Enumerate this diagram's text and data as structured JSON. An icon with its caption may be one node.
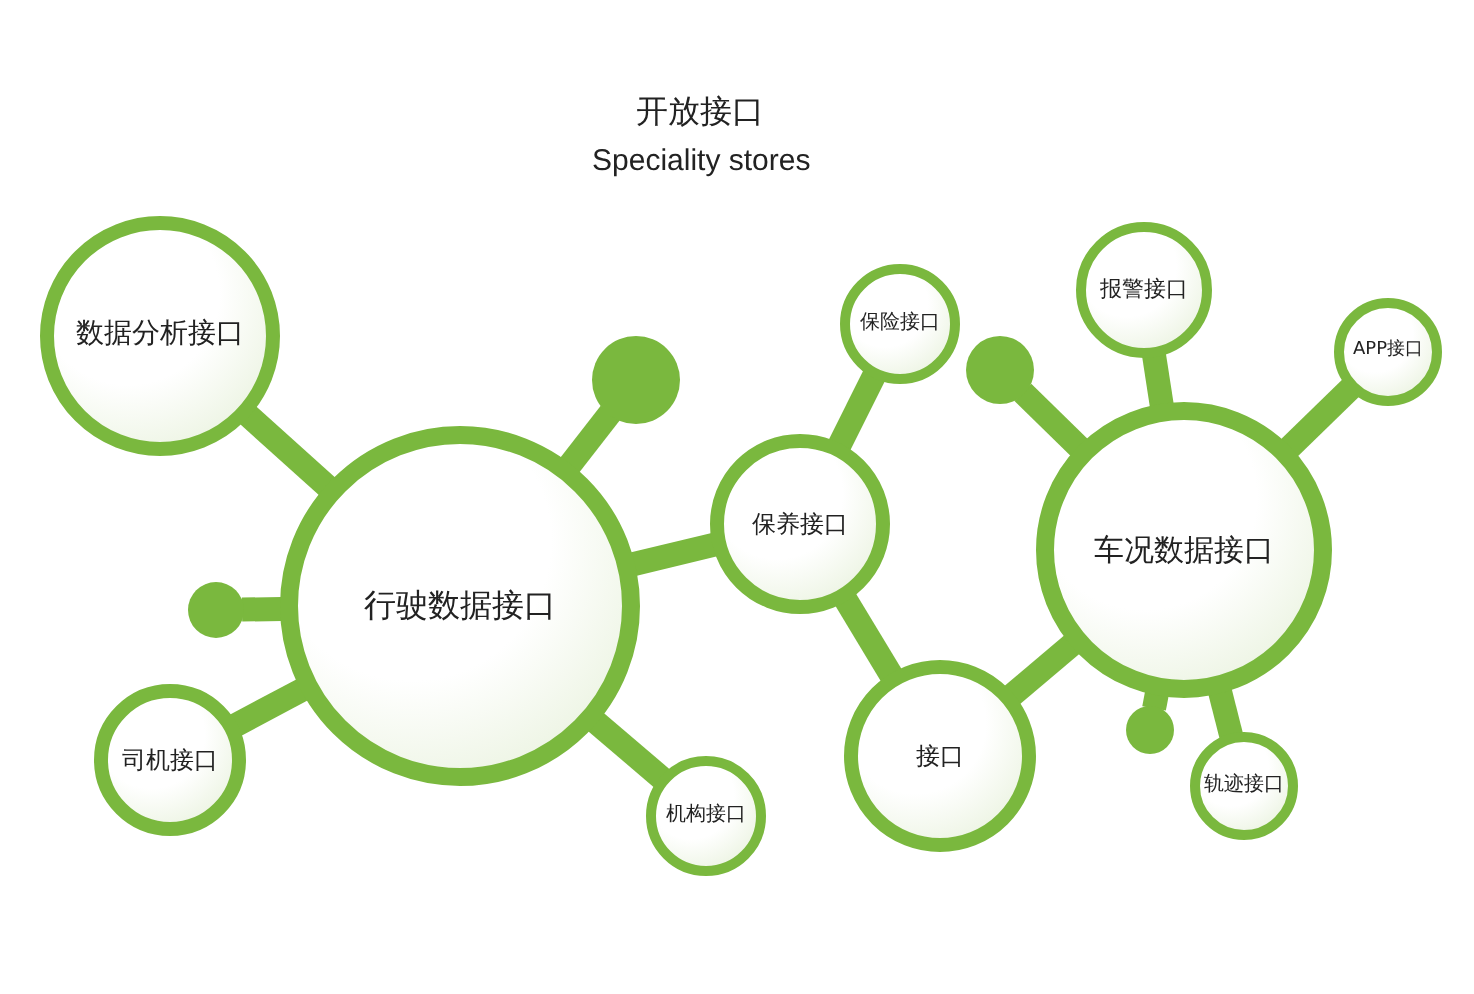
{
  "diagram": {
    "title": "开放接口",
    "nodes": [
      {
        "text": [
          "数据分析接口"
        ]
      },
      {
        "text": [],
        "shape": "circle"
      },
      {
        "text": [
          "行驶数据接口"
        ]
      },
      {
        "text": [],
        "shape": "circle"
      },
      {
        "text": [
          "司机接口"
        ]
      },
      {
        "text": [
          "机构接口"
        ]
      },
      {
        "text": [
          "保险接口"
        ]
      },
      {
        "text": [
          "保养接口"
        ]
      },
      {
        "text": [
          "接口"
        ]
      },
      {
        "text": [
          "报警接口"
        ]
      },
      {
        "text": [],
        "shape": "circle"
      },
      {
        "text": [
          "APP接口"
        ]
      },
      {
        "text": [
          "车况数据接口"
        ]
      },
      {
        "text": [],
        "shape": "circle"
      },
      {
        "text": [
          "轨迹接口"
        ]
      }
    ],
    "edges": [
      {
        "from": 0,
        "to": 2,
        "arrow": "none"
      },
      {
        "from": 2,
        "to": 1,
        "arrow": "none"
      },
      {
        "from": 2,
        "to": 3,
        "arrow": "none"
      },
      {
        "from": 2,
        "to": 4,
        "arrow": "none"
      },
      {
        "from": 2,
        "to": 5,
        "arrow": "none"
      },
      {
        "from": 2,
        "to": 7,
        "arrow": "none"
      },
      {
        "from": 7,
        "to": 6,
        "arrow": "none"
      },
      {
        "from": 7,
        "to": 8,
        "arrow": "none"
      },
      {
        "from": 8,
        "to": 12,
        "arrow": "none"
      },
      {
        "from": 12,
        "to": 9,
        "arrow": "none"
      },
      {
        "from": 12,
        "to": 11,
        "arrow": "none"
      },
      {
        "from": 12,
        "to": 10,
        "arrow": "none"
      },
      {
        "from": 12,
        "to": 13,
        "arrow": "none"
      },
      {
        "from": 12,
        "to": 14,
        "arrow": "none"
      }
    ],
    "labels": [
      "Speciality stores"
    ]
  }
}
